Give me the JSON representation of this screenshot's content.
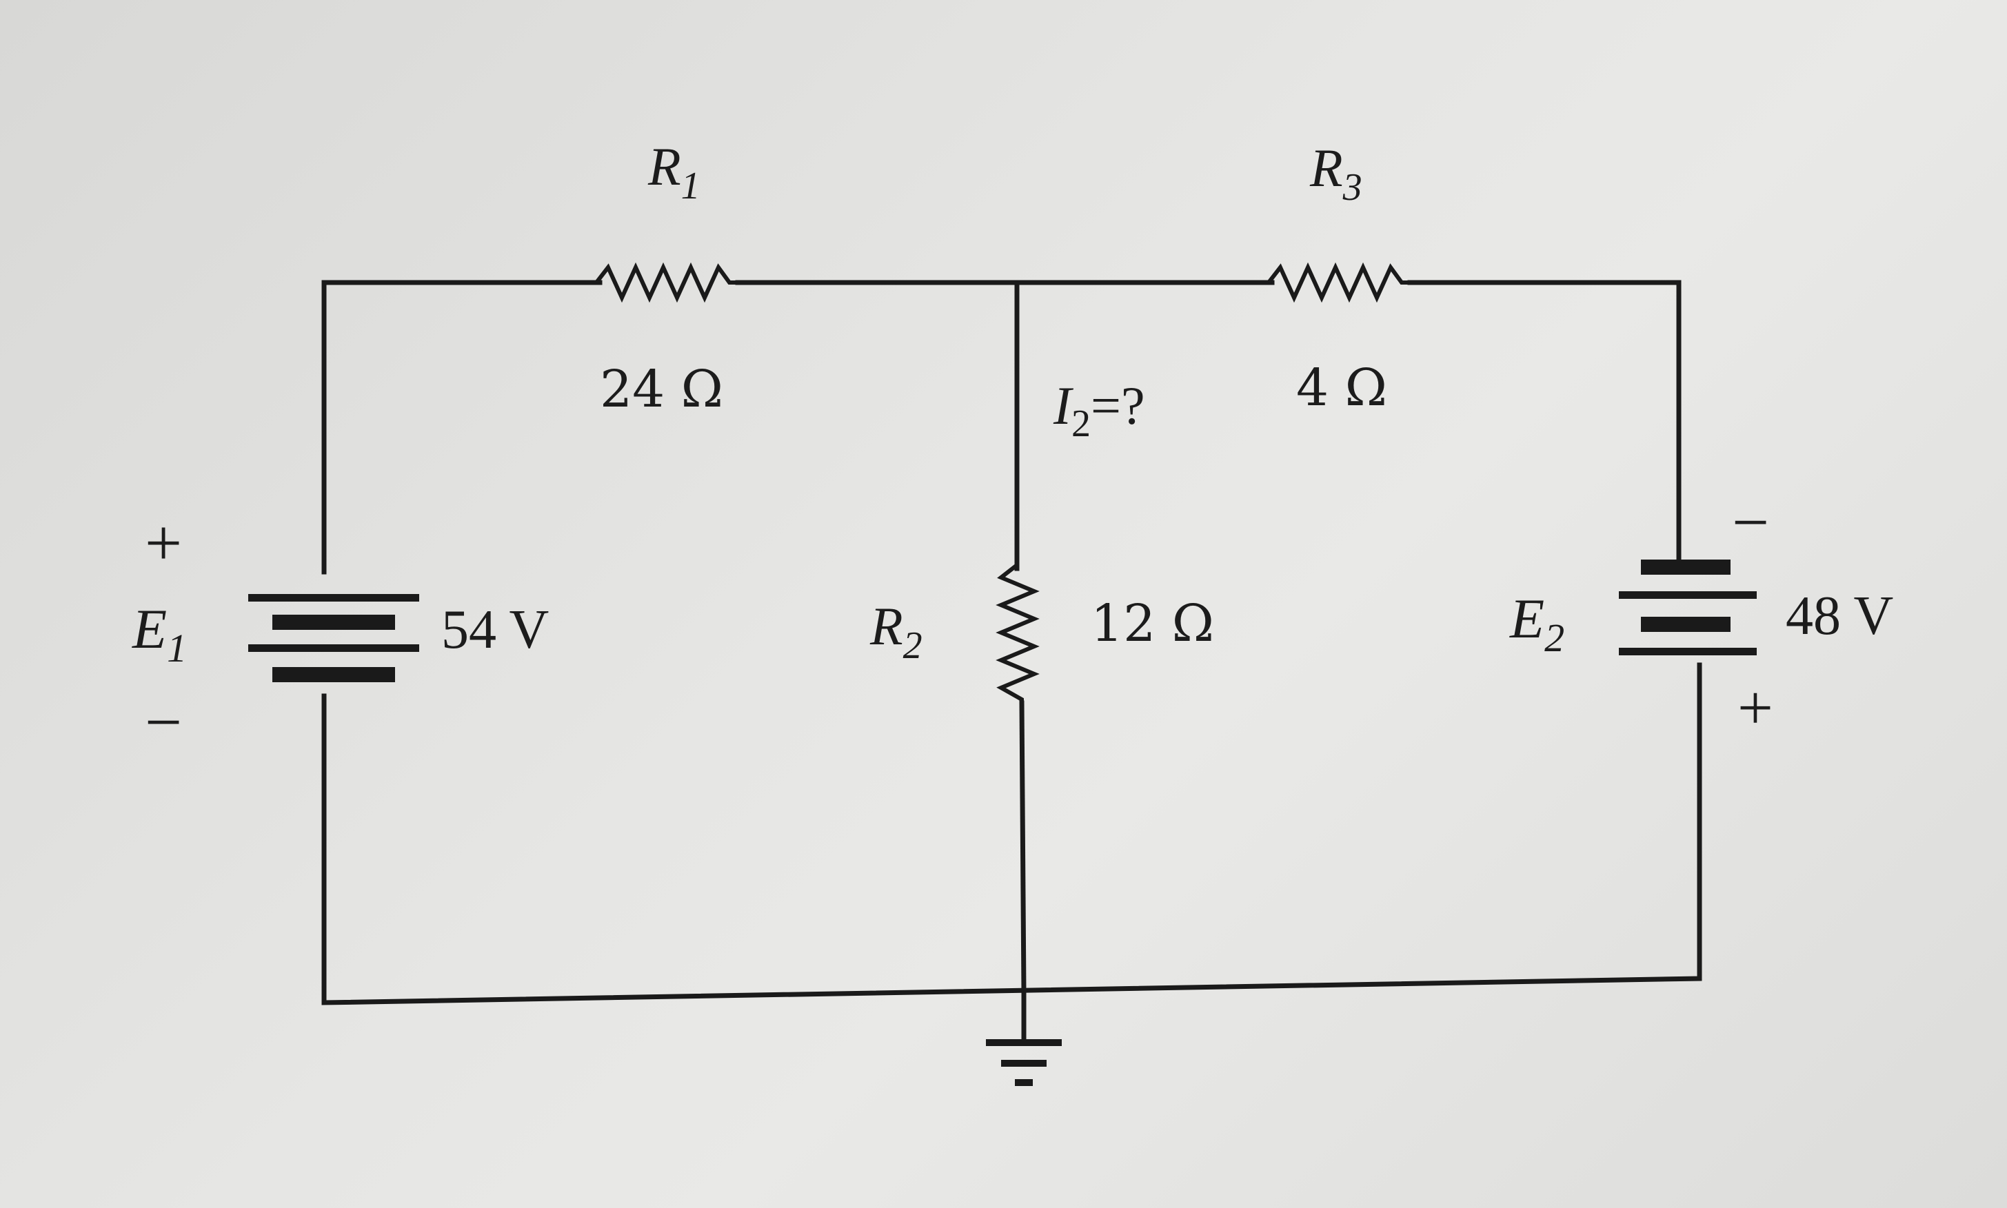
{
  "components": {
    "r1": {
      "name": "R",
      "sub": "1",
      "value": "24 Ω"
    },
    "r2": {
      "name": "R",
      "sub": "2",
      "value": "12 Ω"
    },
    "r3": {
      "name": "R",
      "sub": "3",
      "value": "4 Ω"
    },
    "e1": {
      "name": "E",
      "sub": "1",
      "value": "54 V",
      "plus": "+",
      "minus": "−"
    },
    "e2": {
      "name": "E",
      "sub": "2",
      "value": "48 V",
      "plus": "+",
      "minus": "−"
    }
  },
  "unknown": {
    "name": "I",
    "sub": "2",
    "rest": "=?"
  }
}
